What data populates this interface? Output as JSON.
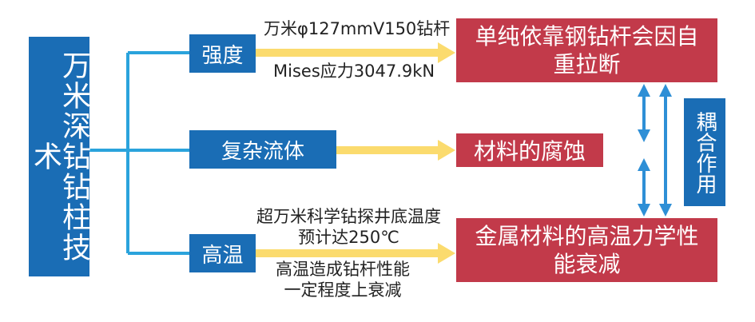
{
  "title": "万米深钻钻柱技术",
  "categories": {
    "strength": "强度",
    "fluid": "复杂流体",
    "temperature": "高温"
  },
  "results": {
    "strength": "单纯依靠钢钻杆会因自重拉断",
    "corrosion": "材料的腐蚀",
    "temperature": "金属材料的高温力学性能衰减"
  },
  "coupling": "耦合作用",
  "notes": {
    "strength_top": "万米φ127mmV150钻杆",
    "strength_bottom": "Mises应力3047.9kN",
    "temp_top_line1": "超万米科学钻探井底温度",
    "temp_top_line2": "预计达250℃",
    "temp_bottom_line1": "高温造成钻杆性能",
    "temp_bottom_line2": "一定程度上衰减"
  },
  "colors": {
    "blue": "#1a6db5",
    "red": "#c23a4a",
    "arrow_yellow": "#fbdb6e",
    "line_blue": "#2aa3dc",
    "arrow_blue": "#2e8fd6"
  }
}
